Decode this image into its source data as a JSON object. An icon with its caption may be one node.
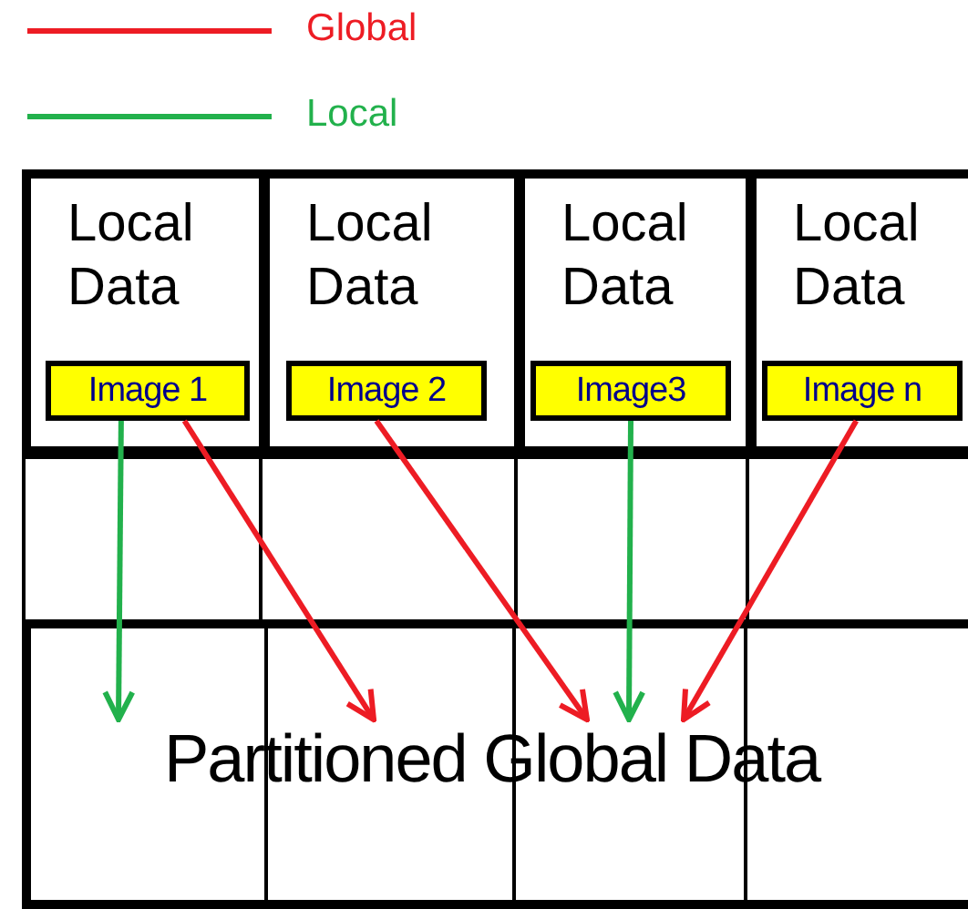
{
  "diagram": {
    "nodes": [
      {
        "text": [
          "Local Data"
        ]
      },
      {
        "text": [
          "Local Data"
        ]
      },
      {
        "text": [
          "Local Data"
        ]
      },
      {
        "text": [
          "Local Data"
        ]
      },
      {
        "text": [
          "Image 1"
        ],
        "in": 0
      },
      {
        "text": [
          "Image 2"
        ],
        "in": 1
      },
      {
        "text": [
          "Image3"
        ],
        "in": 2
      },
      {
        "text": [
          "Image n"
        ],
        "in": 3
      },
      {
        "text": [],
        "shape": "box"
      },
      {
        "text": [
          "Partitioned Global Data"
        ],
        "in": 8
      }
    ],
    "edges": [
      {
        "from": 4,
        "to": 9,
        "arrow": "to",
        "color": "#22b14c"
      },
      {
        "from": 4,
        "to": 9,
        "arrow": "to",
        "color": "#ed1c24"
      },
      {
        "from": 5,
        "to": 9,
        "arrow": "to",
        "color": "#ed1c24"
      },
      {
        "from": 6,
        "to": 9,
        "arrow": "to",
        "color": "#22b14c"
      },
      {
        "from": 7,
        "to": 9,
        "arrow": "to",
        "color": "#ed1c24"
      }
    ],
    "legend": [
      {
        "text": "Global",
        "color": "#ed1c24"
      },
      {
        "text": "Local",
        "color": "#22b14c"
      }
    ]
  }
}
